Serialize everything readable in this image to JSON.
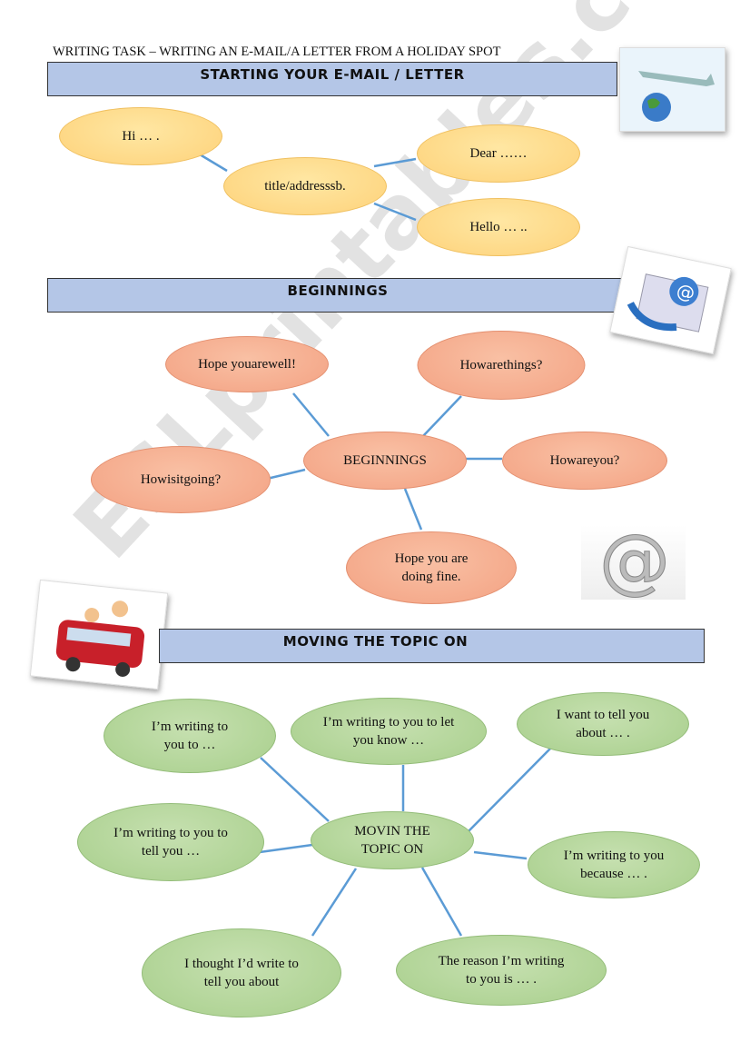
{
  "header": {
    "title": "WRITING TASK – WRITING AN E-MAIL/A LETTER FROM A HOLIDAY SPOT"
  },
  "sections": [
    {
      "heading": "STARTING YOUR E-MAIL / LETTER",
      "center": "title/addresssb.",
      "nodes": [
        "Hi … .",
        "Dear ……",
        "Hello … .."
      ]
    },
    {
      "heading": "BEGINNINGS",
      "center": "BEGINNINGS",
      "nodes": [
        "Hope youarewell!",
        "Howarethings?",
        "Howisitgoing?",
        "Howareyou?",
        "Hope you are doing fine."
      ]
    },
    {
      "heading": "MOVING THE TOPIC ON",
      "center": "MOVIN THE TOPIC ON",
      "nodes": [
        "I’m writing to you to …",
        "I’m writing to you to let you know …",
        "I want to tell you about … .",
        "I’m writing to you to tell you …",
        "I’m writing to you because … .",
        "I thought I’d write to tell you about",
        "The reason I’m writing to you is … ."
      ]
    }
  ],
  "watermark": "ESLprintables.com",
  "colors": {
    "band": "#b4c6e7",
    "yellow": "#fdd27a",
    "salmon": "#f3a283",
    "green": "#a8cf8c",
    "connector": "#5b9bd5"
  }
}
